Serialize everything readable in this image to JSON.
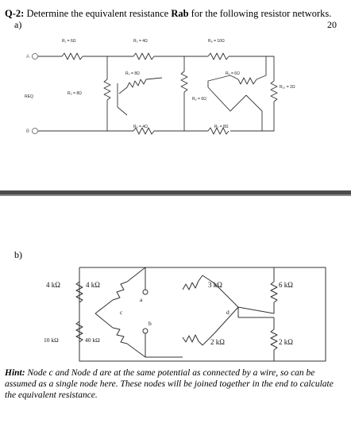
{
  "question": {
    "number": "Q-2:",
    "text_before": "Determine the equivalent resistance",
    "bold_term": "Rab",
    "text_after": "for the following resistor networks.",
    "points": "20"
  },
  "part_a": {
    "label": "a)",
    "terminals": {
      "a": "A",
      "b": "B"
    },
    "req_label": "REQ",
    "resistors": {
      "r1": "R₁ = 6Ω",
      "r2": "R₂ = 4Ω",
      "r3": "R₃ = 8Ω",
      "r4": "R₄ = 8Ω",
      "r5": "R₅ = 4Ω",
      "r6": "R₆ = 6Ω",
      "r7": "R₇ = 8Ω",
      "r8": "R₈ = 10Ω",
      "r9": "R₉ = 6Ω",
      "r10": "R₁₀ = 2Ω"
    }
  },
  "part_b": {
    "label": "b)",
    "resistors": {
      "left_top_outer": "4 kΩ",
      "left_top_inner": "4 kΩ",
      "left_bottom_outer": "10 kΩ",
      "left_bottom_inner": "40 kΩ",
      "right_top_inner": "3 kΩ",
      "right_top_outer": "6 kΩ",
      "right_bottom_inner": "2 kΩ",
      "right_bottom_outer": "2 kΩ"
    },
    "nodes": {
      "a": "a",
      "b": "b",
      "c": "c",
      "d": "d"
    }
  },
  "hint": {
    "label": "Hint:",
    "text": "Node c and Node d are at the same potential as connected by a wire, so can be assumed as a single node here. These nodes will be joined together in the end to calculate the equivalent resistance."
  }
}
